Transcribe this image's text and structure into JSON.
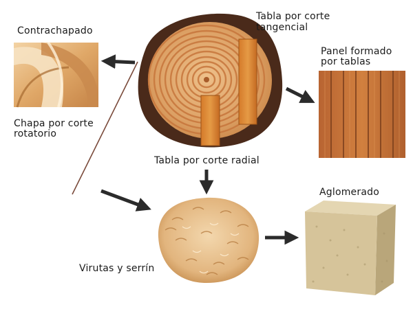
{
  "labels": {
    "contrachapado": "Contrachapado",
    "chapa_line1": "Chapa por corte",
    "chapa_line2": "rotatorio",
    "tangencial_line1": "Tabla por corte",
    "tangencial_line2": "tangencial",
    "panel_line1": "Panel formado",
    "panel_line2": "por tablas",
    "radial": "Tabla por corte radial",
    "aglomerado": "Aglomerado",
    "virutas": "Virutas y serrín"
  },
  "colors": {
    "arrow": "#2b2b2b",
    "bark": "#4a2a1a",
    "wood_light": "#e6b27a",
    "wood_ring": "#c7763c",
    "plank": "#d9822e",
    "panel": "#c9733a",
    "chipboard": "#d6c49a"
  }
}
